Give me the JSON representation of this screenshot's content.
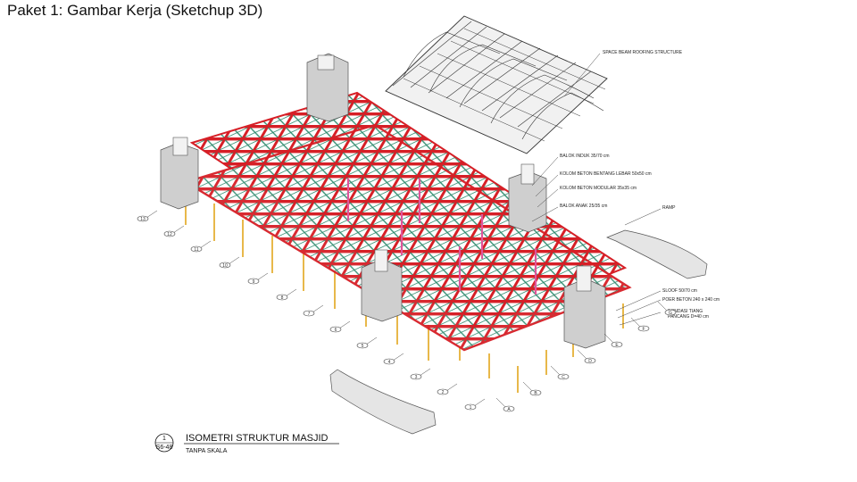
{
  "slide": {
    "title": "Paket 1: Gambar Kerja (Sketchup 3D)"
  },
  "drawing": {
    "title": "ISOMETRI STRUKTUR MASJID",
    "subtitle": "TANPA SKALA",
    "ref_number": "1",
    "ref_sheet": "S6-48"
  },
  "annotations": {
    "roof": "SPACE BEAM ROOFING STRUCTURE",
    "balok_induk": "BALOK INDUK 35/70 cm",
    "kolom_lebar": "KOLOM BETON BENTANG LEBAR 50x50 cm",
    "kolom_modular": "KOLOM BETON MODULAR 35x35 cm",
    "balok_anak": "BALOK ANAK 25/35 cm",
    "ramp": "RAMP",
    "sloof": "SLOOF 50/70 cm",
    "poer": "POER BETON 240 x 240 cm",
    "pondasi_1": "PONDASI TIANG",
    "pondasi_2": "PANCANG D=40 cm"
  },
  "grid_numbers": [
    "13",
    "12",
    "11",
    "10",
    "9",
    "8",
    "7",
    "6",
    "5",
    "4",
    "3",
    "2",
    "1"
  ],
  "grid_letters": [
    "A",
    "B",
    "C",
    "D",
    "E",
    "F",
    "G"
  ],
  "colors": {
    "beam": "#d61f26",
    "joint": "#2e8b6e",
    "column": "#e8b84a",
    "pink": "#e0559a",
    "shaft": "#cfcfcf"
  }
}
